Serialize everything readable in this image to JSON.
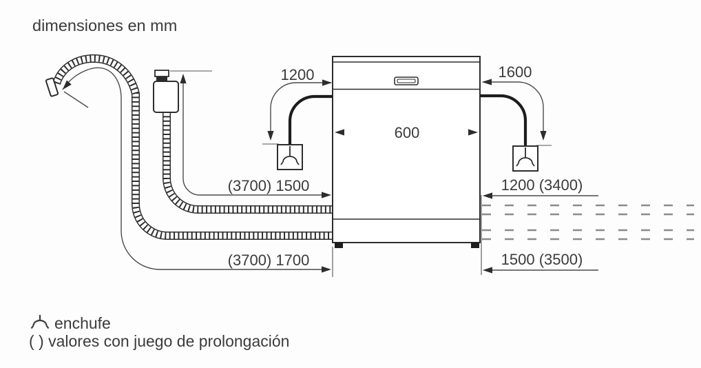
{
  "title": "dimensiones en mm",
  "dimension_labels": {
    "power_cord_left": "1200",
    "power_cord_right": "1600",
    "appliance_width": "600",
    "inlet_hose": "(3700) 1500",
    "right_upper_extension": "1200 (3400)",
    "drain_hose": "(3700) 1700",
    "right_lower_extension": "1500 (3500)"
  },
  "legend": {
    "plug_label": "enchufe",
    "extension_note": "( ) valores con juego de prolongación"
  },
  "icons": {
    "socket_left": "power-socket-symbol",
    "socket_right": "power-socket-symbol",
    "plug_legend": "plug-symbol"
  },
  "colors": {
    "background": "#fdfdfd",
    "line": "#2d2d2d",
    "text": "#3b3b3b",
    "thin_dimension_line": "#4a4a4a",
    "reference_tick": "#9b9b9b",
    "dashed_extension": "#8a8a8a"
  }
}
